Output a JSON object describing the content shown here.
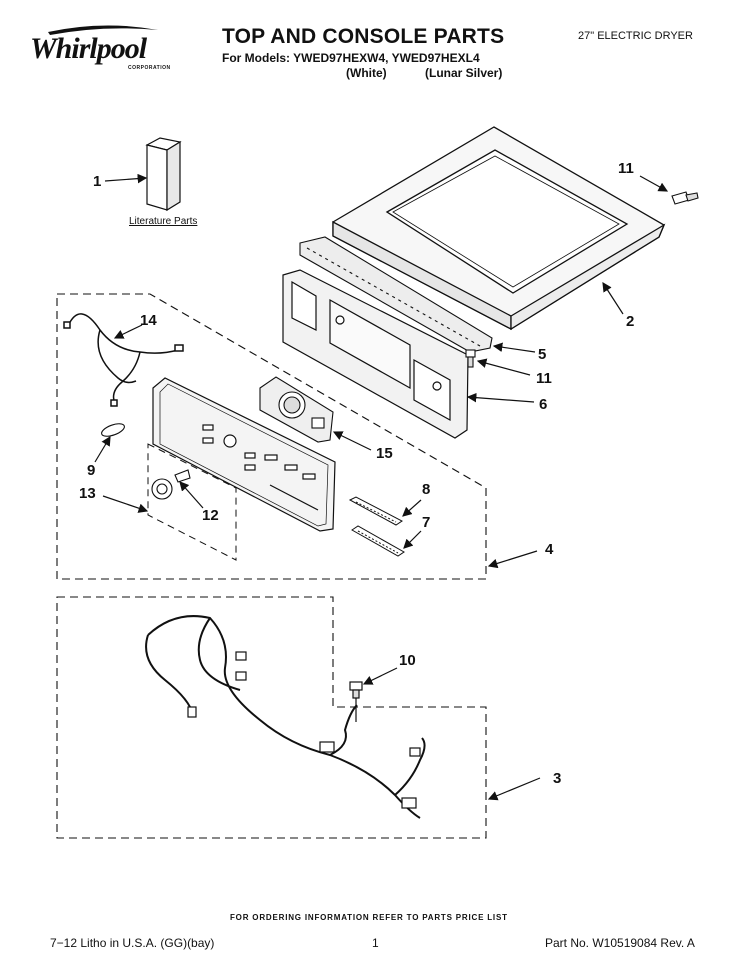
{
  "header": {
    "brand": "Whirlpool",
    "brand_sub": "CORPORATION",
    "title": "TOP AND CONSOLE PARTS",
    "models_line": "For Models: YWED97HEXW4, YWED97HEXL4",
    "variant_white": "(White)",
    "variant_silver": "(Lunar Silver)",
    "product_type": "27\" ELECTRIC DRYER"
  },
  "diagram": {
    "literature_label": "Literature Parts",
    "callouts": {
      "c1": "1",
      "c2": "2",
      "c3": "3",
      "c4": "4",
      "c5": "5",
      "c6": "6",
      "c7": "7",
      "c8": "8",
      "c9": "9",
      "c10": "10",
      "c11a": "11",
      "c11b": "11",
      "c12": "12",
      "c13": "13",
      "c14": "14",
      "c15": "15"
    }
  },
  "footer": {
    "ordering_note": "FOR ORDERING INFORMATION REFER TO PARTS PRICE LIST",
    "litho": "7−12 Litho in U.S.A. (GG)(bay)",
    "page_number": "1",
    "part_number": "Part No. W10519084 Rev. A"
  }
}
